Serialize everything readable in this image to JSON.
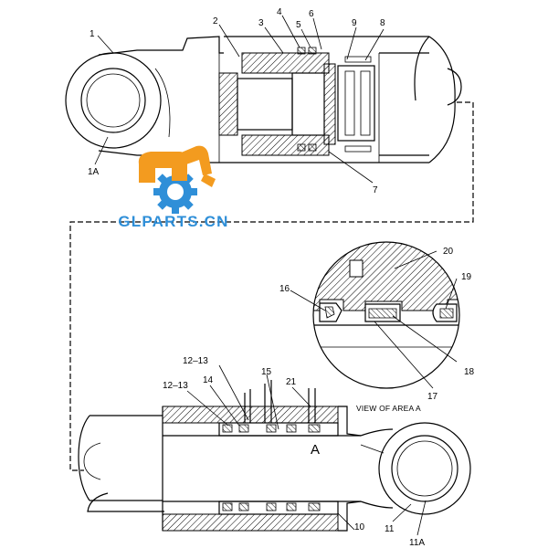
{
  "diagram": {
    "labels": {
      "l1": "1",
      "l1a": "1A",
      "l2": "2",
      "l3": "3",
      "l4": "4",
      "l5": "5",
      "l6": "6",
      "l7": "7",
      "l8": "8",
      "l9": "9",
      "l10": "10",
      "l11": "11",
      "l11a": "11A",
      "l12a": "12–13",
      "l12b": "12–13",
      "l14": "14",
      "l15": "15",
      "l16": "16",
      "l17": "17",
      "l18": "18",
      "l19": "19",
      "l20": "20",
      "l21": "21",
      "area_a": "A",
      "view_caption": "VIEW OF AREA A"
    },
    "watermark": {
      "text": "GLPARTS.CN",
      "orange": "#f39b1f",
      "blue": "#2f8fd8"
    }
  }
}
